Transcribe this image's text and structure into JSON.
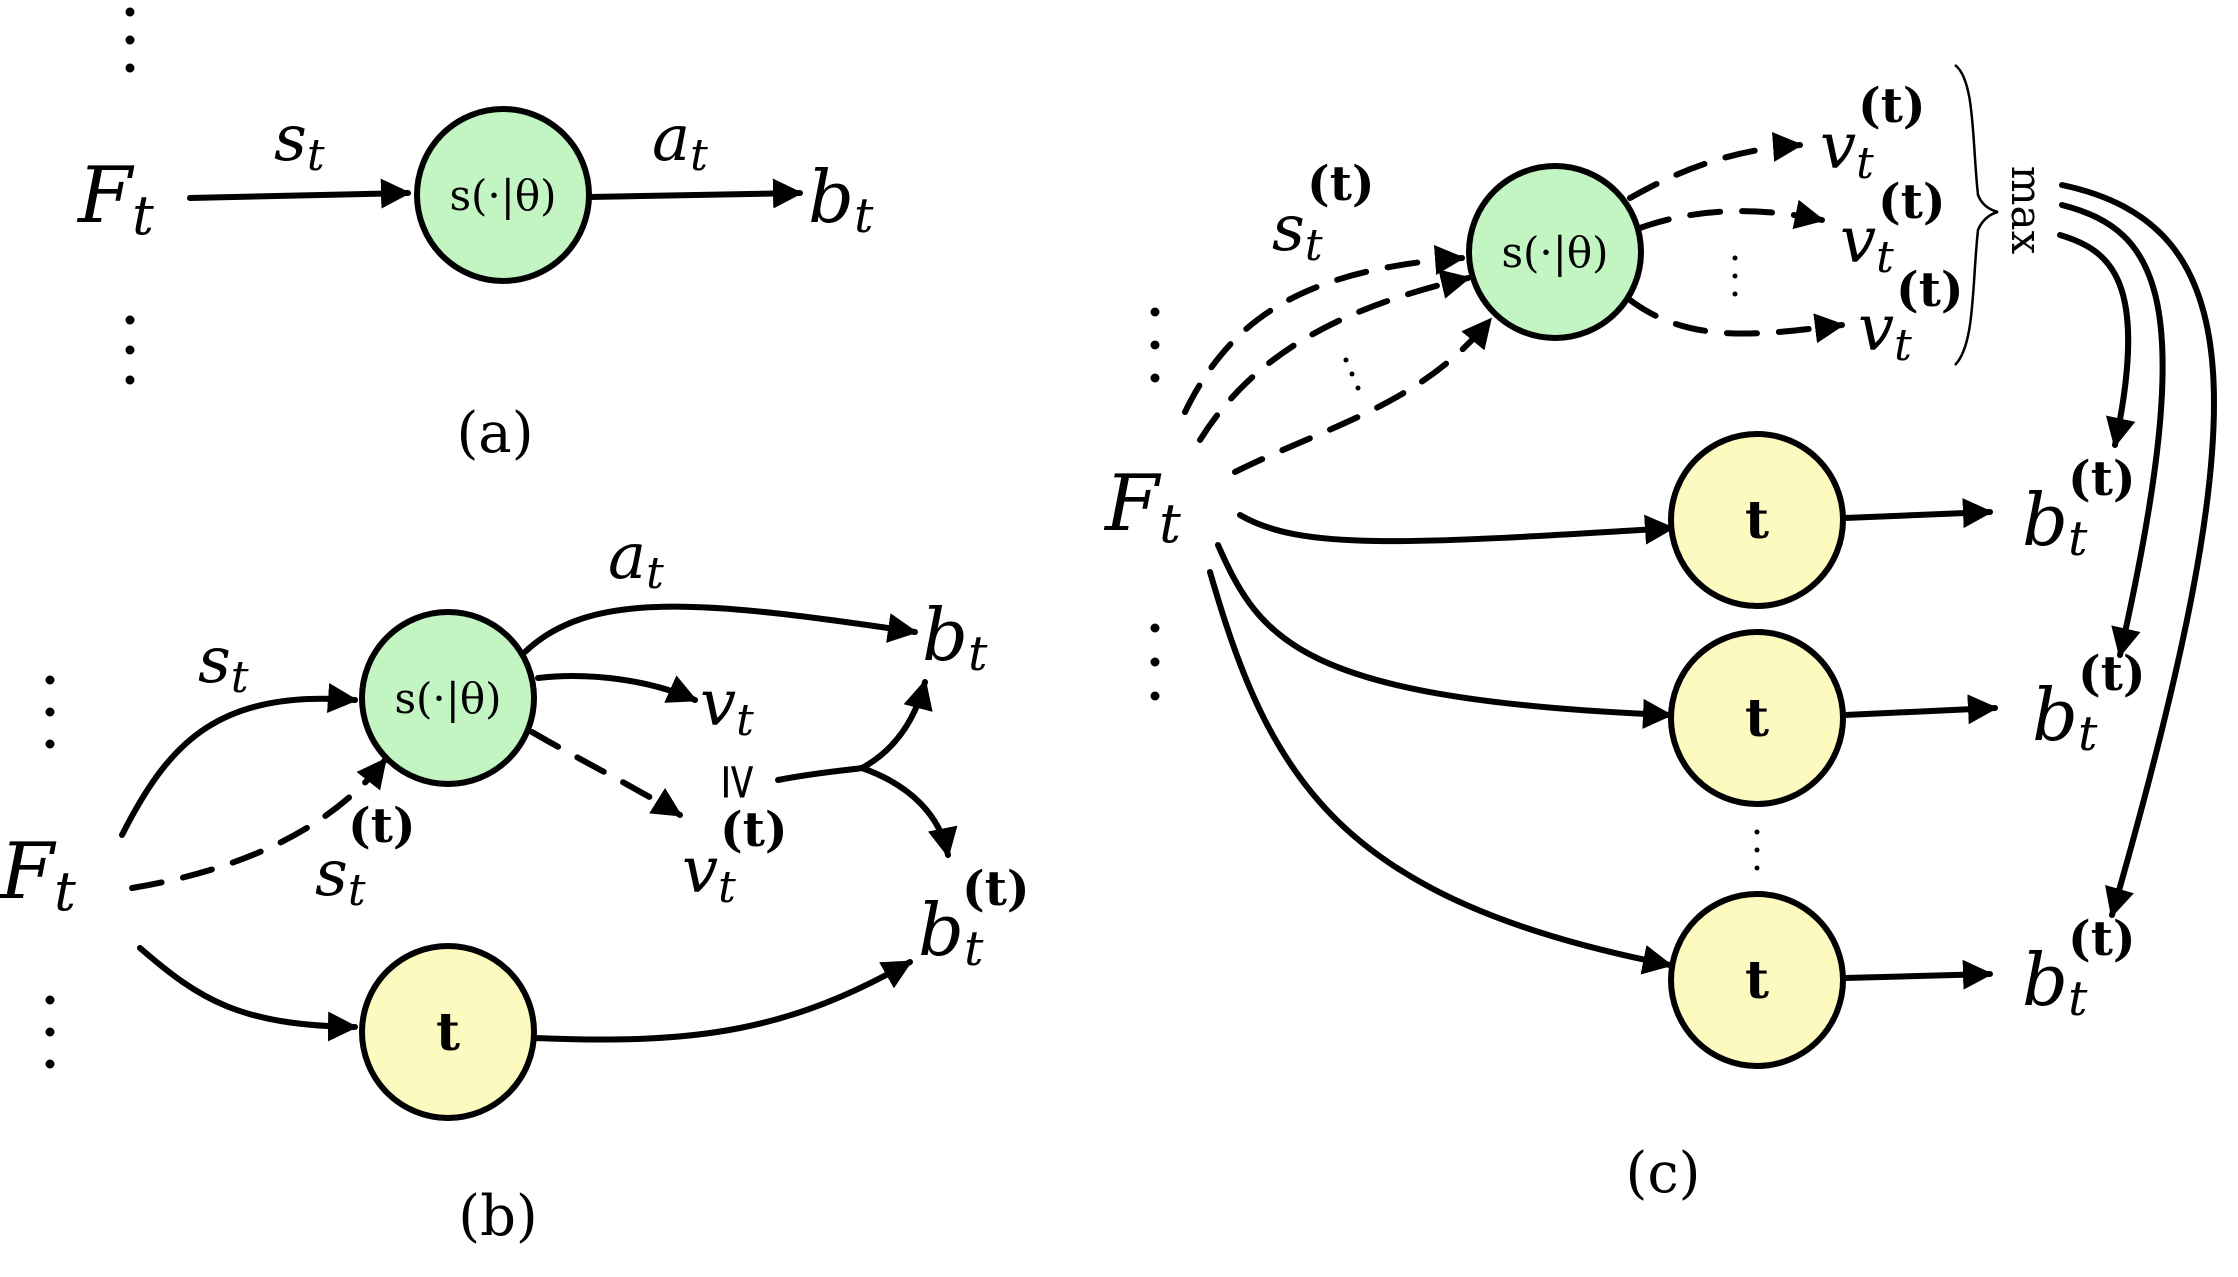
{
  "symbols": {
    "F": "F",
    "t": "t",
    "s": "s",
    "a": "a",
    "b": "b",
    "v": "v",
    "bold_t": "t",
    "paren_bold_t": "(t)",
    "max": "max",
    "geq": "≥"
  },
  "nodes": {
    "policy": {
      "label": "s(·|θ)",
      "color": "#c3f5c3"
    },
    "teacher": {
      "label": "t",
      "color": "#fdfac0"
    }
  },
  "captions": {
    "a": "(a)",
    "b": "(b)",
    "c": "(c)"
  }
}
